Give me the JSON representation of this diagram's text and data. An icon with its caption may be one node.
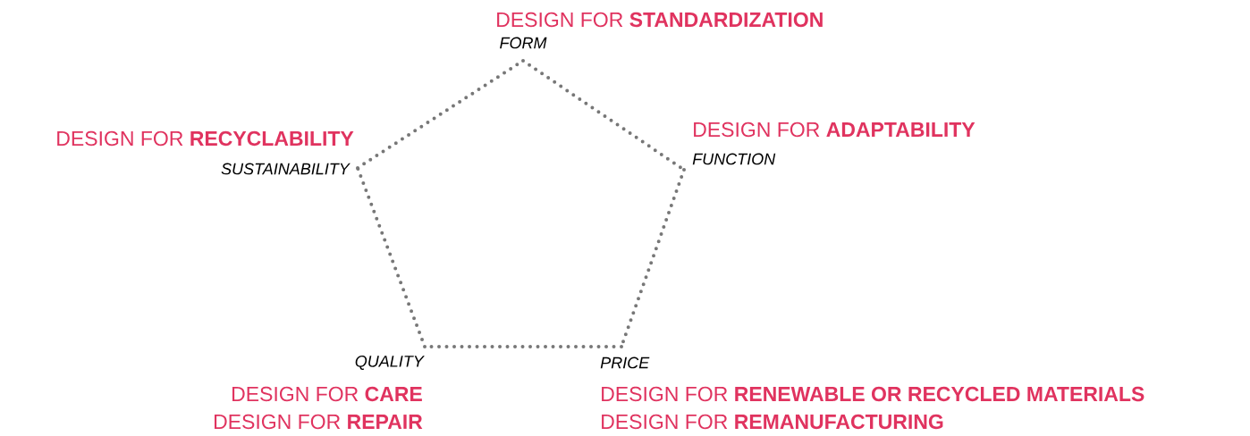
{
  "diagram": {
    "nodes": [
      {
        "text": [
          "FORM"
        ],
        "beside": [
          "DESIGN FOR **STANDARDIZATION**"
        ]
      },
      {
        "text": [
          "FUNCTION"
        ],
        "beside": [
          "DESIGN FOR **ADAPTABILITY**"
        ]
      },
      {
        "text": [
          "PRICE"
        ],
        "beside": [
          "DESIGN FOR **RENEWABLE OR RECYCLED MATERIALS**",
          "DESIGN FOR **REMANUFACTURING**"
        ]
      },
      {
        "text": [
          "QUALITY"
        ],
        "beside": [
          "DESIGN FOR **CARE**",
          "DESIGN FOR **REPAIR**"
        ]
      },
      {
        "text": [
          "SUSTAINABILITY"
        ],
        "beside": [
          "DESIGN FOR **RECYCLABILITY**"
        ]
      }
    ],
    "edges": [
      {
        "from": 0,
        "to": 1,
        "arrow": "none"
      },
      {
        "from": 1,
        "to": 2,
        "arrow": "none"
      },
      {
        "from": 2,
        "to": 3,
        "arrow": "none"
      },
      {
        "from": 3,
        "to": 4,
        "arrow": "none"
      },
      {
        "from": 4,
        "to": 0,
        "arrow": "none"
      }
    ]
  }
}
